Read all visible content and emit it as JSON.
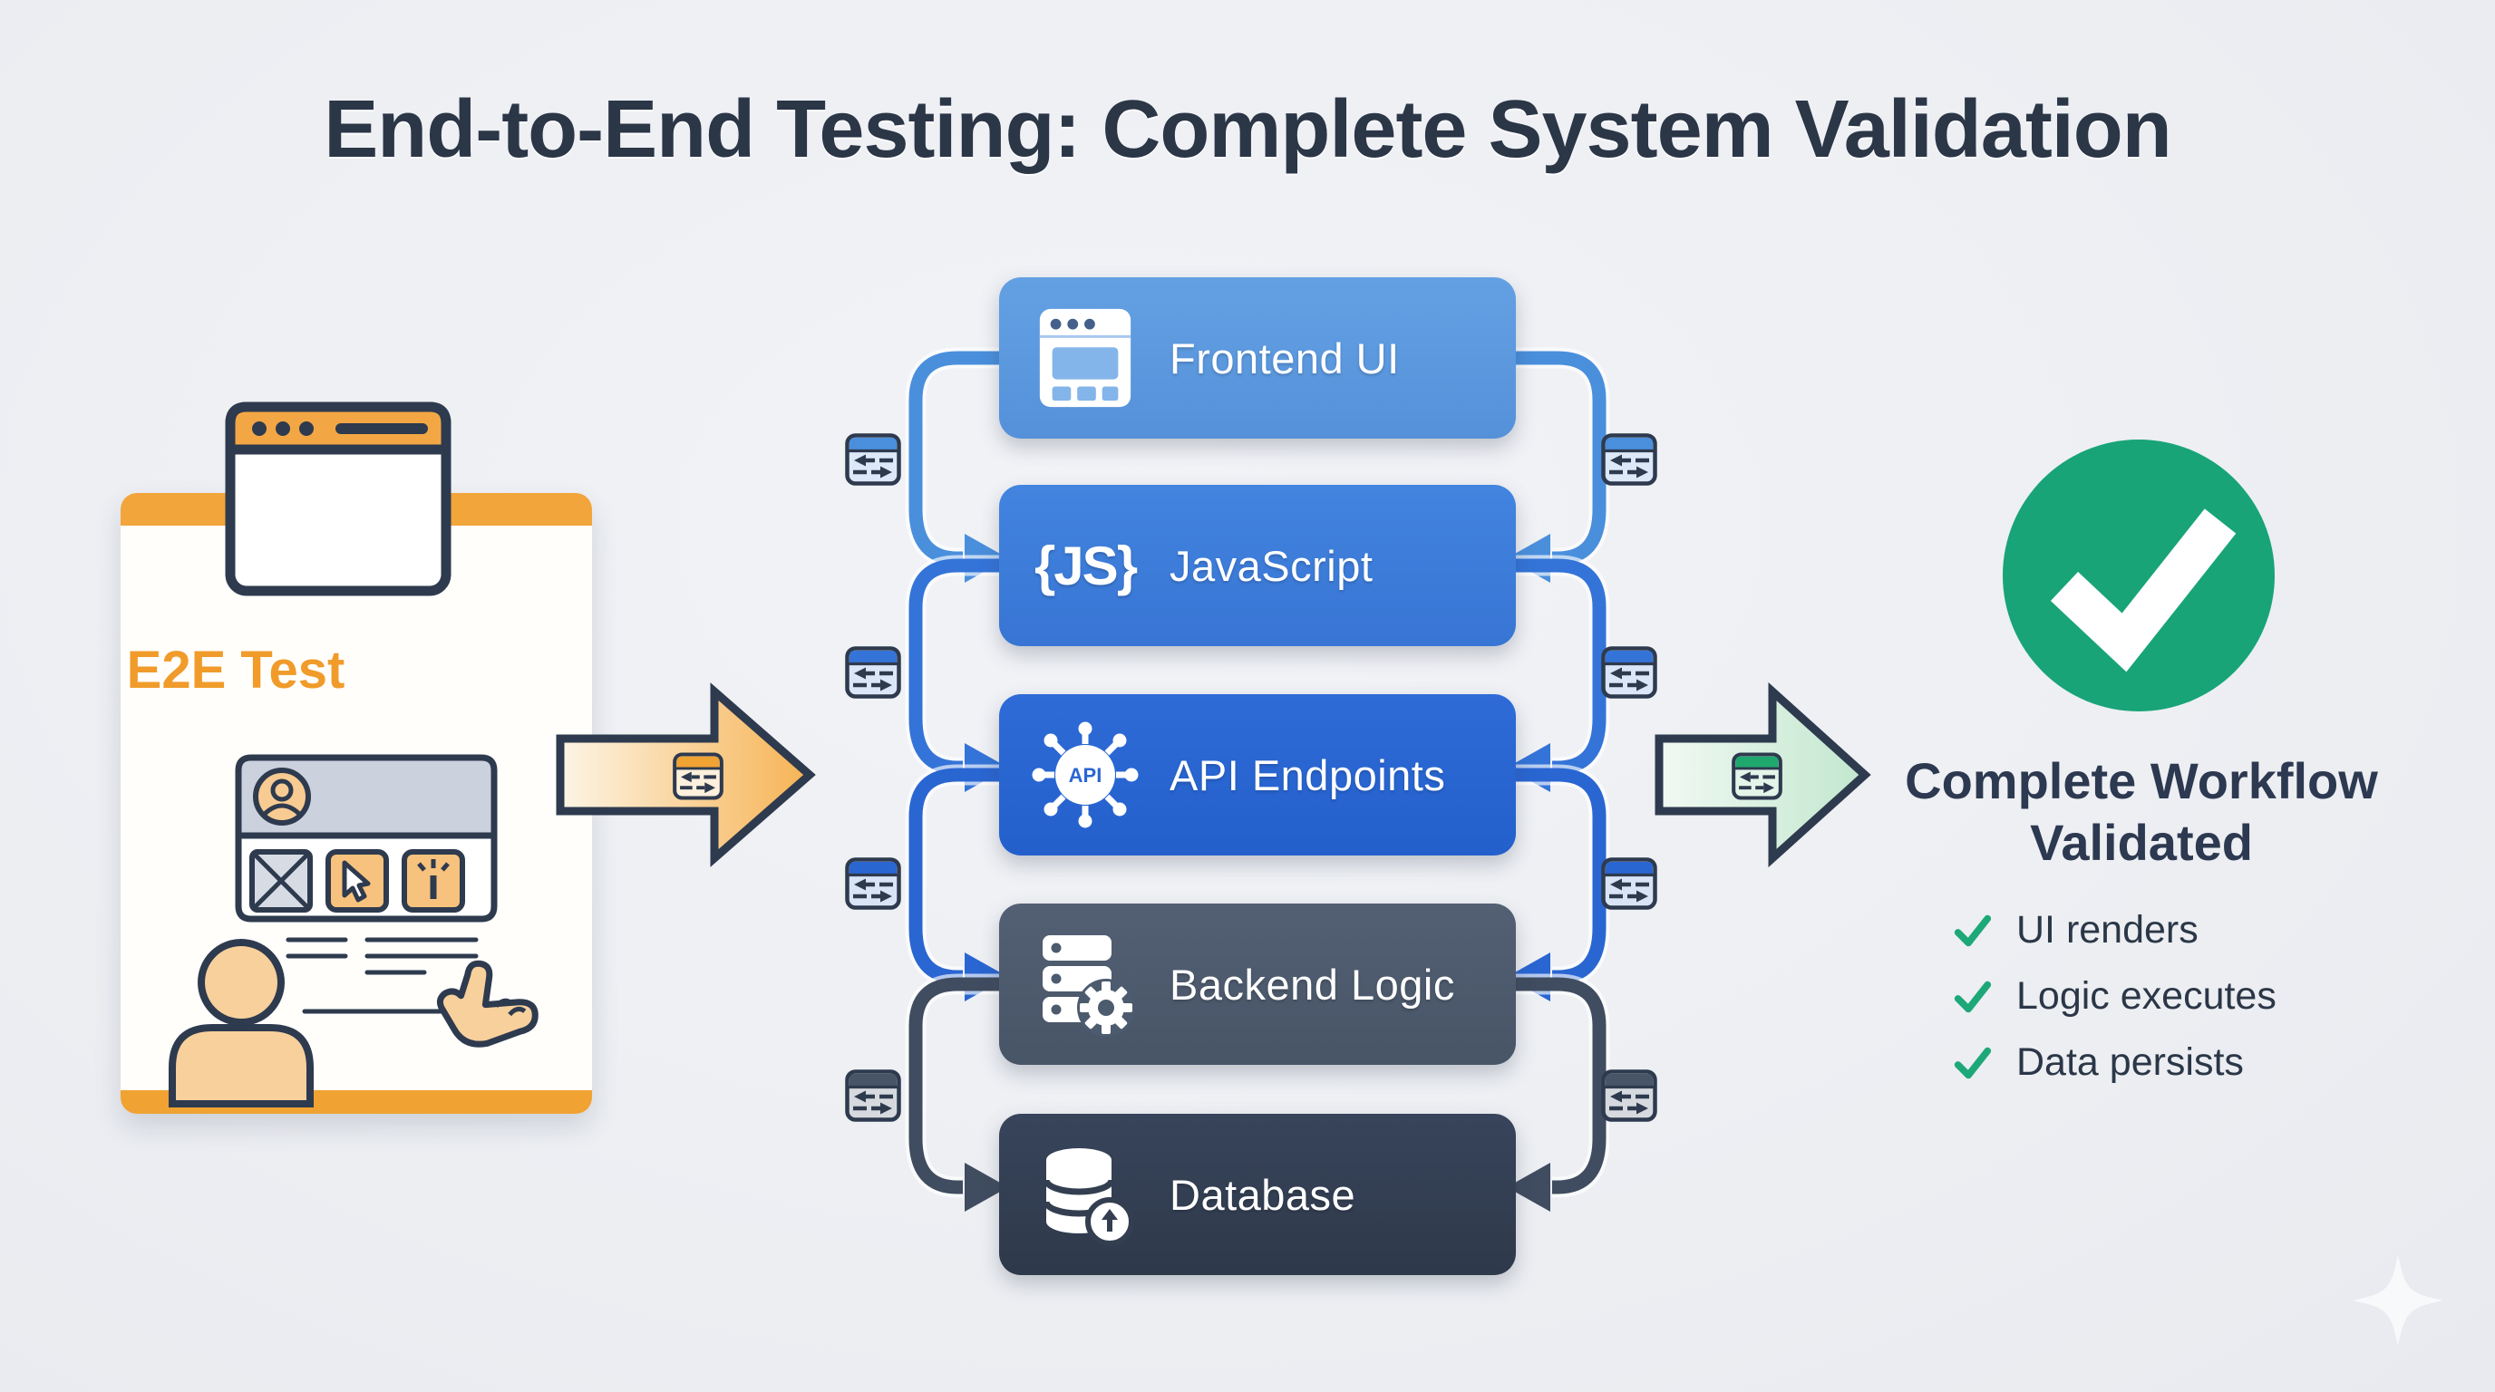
{
  "title": "End-to-End Testing: Complete System Validation",
  "left_card": {
    "label": "E2E Test",
    "accent_color": "#f2a53a"
  },
  "stack": {
    "boxes": [
      {
        "label": "Frontend UI",
        "color": "#5b9ade",
        "icon": "browser-ui-icon"
      },
      {
        "label": "JavaScript",
        "color": "#3d7edc",
        "icon": "js-braces-icon",
        "icon_text": "{JS}"
      },
      {
        "label": "API Endpoints",
        "color": "#2a66d2",
        "icon": "api-hub-icon",
        "icon_text": "API"
      },
      {
        "label": "Backend Logic",
        "color": "#4d5b6e",
        "icon": "server-gear-icon"
      },
      {
        "label": "Database",
        "color": "#333f50",
        "icon": "database-upload-icon"
      }
    ]
  },
  "result": {
    "heading_line1": "Complete Workflow",
    "heading_line2": "Validated",
    "checklist": [
      {
        "label": "UI renders"
      },
      {
        "label": "Logic executes"
      },
      {
        "label": "Data persists"
      }
    ],
    "check_color": "#1ea878",
    "circle_color": "#18a477"
  },
  "colors": {
    "background": "#edeff3",
    "title_text": "#2b3647",
    "outline_navy": "#2e3a4e",
    "orange_accent": "#f0a232",
    "green_success": "#18a477",
    "connector_blues": [
      "#4a8fdc",
      "#3474d8",
      "#2a66d2"
    ],
    "connector_dark": "#404c5f"
  },
  "icons": {
    "card_top": "browser-window-icon",
    "card_illustration": "user-interaction-illustration",
    "connector_badge": "data-transfer-icon",
    "input_arrow": "orange-flow-arrow",
    "output_arrow": "green-flow-arrow",
    "success": "check-circle-icon",
    "checklist_mark": "checkmark-icon",
    "watermark": "sparkle-icon"
  }
}
